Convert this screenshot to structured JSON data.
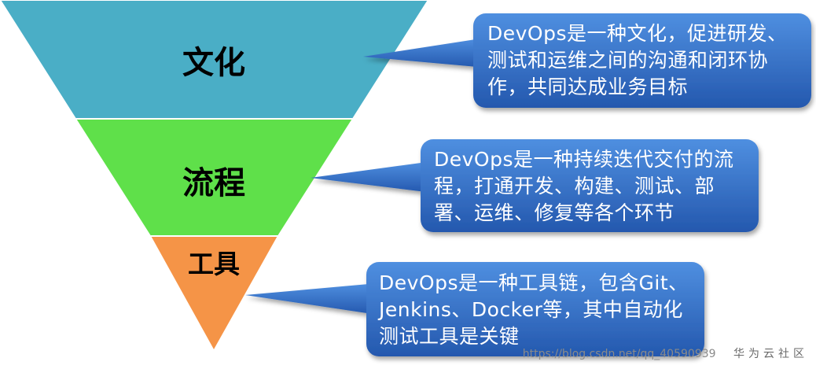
{
  "layers": [
    {
      "id": "culture",
      "label": "文化",
      "color": "#4aaec6"
    },
    {
      "id": "process",
      "label": "流程",
      "color": "#5fe04a"
    },
    {
      "id": "tools",
      "label": "工具",
      "color": "#f59447"
    }
  ],
  "callouts": [
    {
      "layer": "culture",
      "lines": [
        "DevOps是一种文化，促进研发、",
        "测试和运维之间的沟通和闭环协",
        "作，共同达成业务目标"
      ]
    },
    {
      "layer": "process",
      "lines": [
        "DevOps是一种持续迭代交付的流",
        "程，打通开发、构建、测试、部",
        "署、运维、修复等各个环节"
      ]
    },
    {
      "layer": "tools",
      "lines": [
        "DevOps是一种工具链，包含Git、",
        "Jenkins、Docker等，其中自动化",
        "测试工具是关键"
      ]
    }
  ],
  "callout_color": "#2f6cc2",
  "watermark": {
    "url": "https://blog.csdn.net/qq_40590939",
    "brand": "华为云社区"
  }
}
